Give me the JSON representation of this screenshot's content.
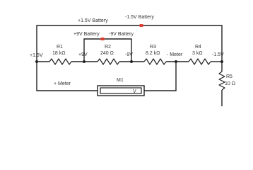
{
  "schematic": {
    "battery_labels": {
      "pos_1_5": "+1.5V Battery",
      "neg_1_5": "-1.5V Battery",
      "pos_9": "+9V Battery",
      "neg_9": "-9V Battery"
    },
    "nodes": {
      "n1": "+1.5V",
      "n2": "+9V",
      "n3": "-9V",
      "n4": "- Meter",
      "n5": "-1.5V"
    },
    "resistors": {
      "r1": {
        "name": "R1",
        "value": "18 kΩ"
      },
      "r2": {
        "name": "R2",
        "value": "240 Ω"
      },
      "r3": {
        "name": "R3",
        "value": "8.2 kΩ"
      },
      "r4": {
        "name": "R4",
        "value": "3 kΩ"
      },
      "r5": {
        "name": "R5",
        "value": "10 Ω"
      }
    },
    "meter": {
      "name": "M1",
      "symbol": "V",
      "plus_label": "+ Meter"
    },
    "colors": {
      "wire": "#222222",
      "battery_terminal": "#d93a2e",
      "label": "#333333"
    }
  }
}
